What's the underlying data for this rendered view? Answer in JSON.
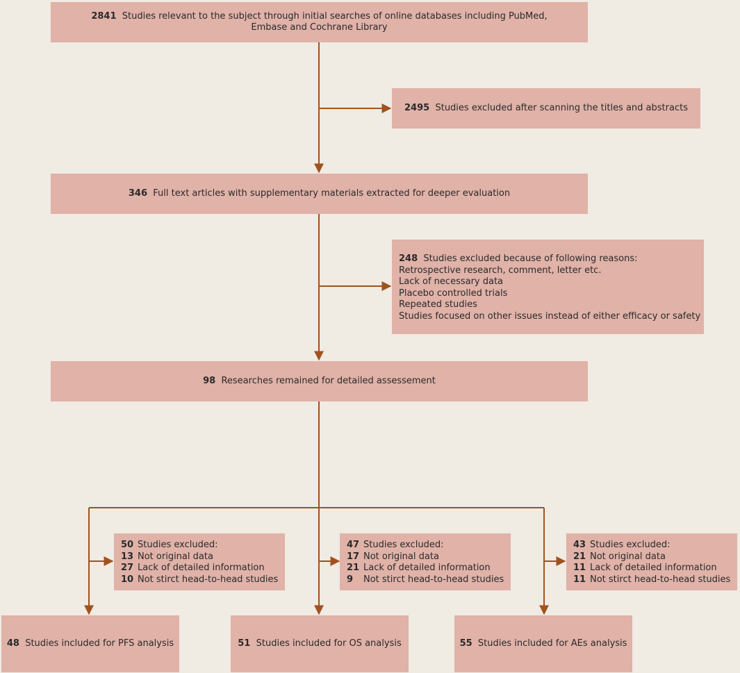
{
  "boxes": {
    "initial": {
      "num": "2841",
      "text": "Studies relevant to the subject through initial searches of online databases including PubMed, Embase and Cochrane Library"
    },
    "excluded_titles": {
      "num": "2495",
      "text": "Studies excluded after scanning the titles and abstracts"
    },
    "full_text": {
      "num": "346",
      "text": "Full text articles with supplementary materials extracted for deeper evaluation"
    },
    "excluded_reasons": {
      "num": "248",
      "title": "Studies excluded because of following reasons:",
      "reasons": [
        "Retrospective research, comment, letter etc.",
        "Lack of necessary data",
        "Placebo controlled trials",
        "Repeated studies",
        "Studies focused on other issues instead of either efficacy or safety"
      ]
    },
    "remained": {
      "num": "98",
      "text": "Researches remained for detailed assessement"
    },
    "excl_pfs": {
      "num": "50",
      "title": "Studies excluded:",
      "items": [
        {
          "num": "13",
          "text": "Not original data"
        },
        {
          "num": "27",
          "text": "Lack of detailed information"
        },
        {
          "num": "10",
          "text": "Not stirct head-to-head studies"
        }
      ]
    },
    "excl_os": {
      "num": "47",
      "title": "Studies excluded:",
      "items": [
        {
          "num": "17",
          "text": "Not original data"
        },
        {
          "num": "21",
          "text": "Lack of detailed information"
        },
        {
          "num": "9",
          "text": "Not stirct head-to-head studies"
        }
      ]
    },
    "excl_aes": {
      "num": "43",
      "title": "Studies excluded:",
      "items": [
        {
          "num": "21",
          "text": "Not original data"
        },
        {
          "num": "11",
          "text": "Lack of detailed information"
        },
        {
          "num": "11",
          "text": "Not stirct head-to-head studies"
        }
      ]
    },
    "pfs": {
      "num": "48",
      "text": "Studies included for PFS analysis"
    },
    "os": {
      "num": "51",
      "text": "Studies included for OS analysis"
    },
    "aes": {
      "num": "55",
      "text": "Studies included for AEs analysis"
    }
  },
  "colors": {
    "box_fill": "#e0b2a8",
    "arrow": "#a0521e",
    "background": "#f0ebe3"
  }
}
